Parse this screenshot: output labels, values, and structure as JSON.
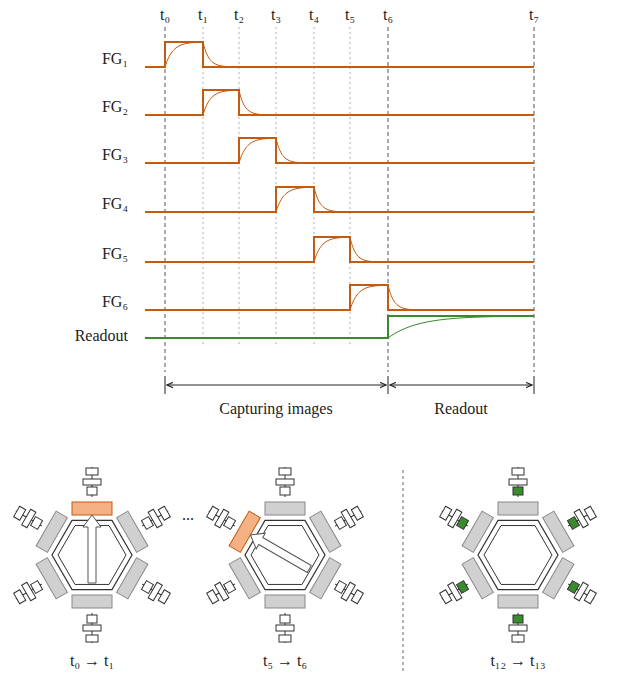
{
  "diagram": {
    "labels": [
      "t₀",
      "t₁",
      "t₂",
      "t₃",
      "t₄",
      "t₅",
      "t₆",
      "t₇",
      "FG₁",
      "FG₂",
      "FG₃",
      "FG₄",
      "FG₅",
      "FG₆",
      "Readout",
      "Capturing images",
      "Readout",
      "t₀ → t₁",
      "...",
      "t₅ → t₆",
      "t₁₂ → t₁₃"
    ]
  }
}
